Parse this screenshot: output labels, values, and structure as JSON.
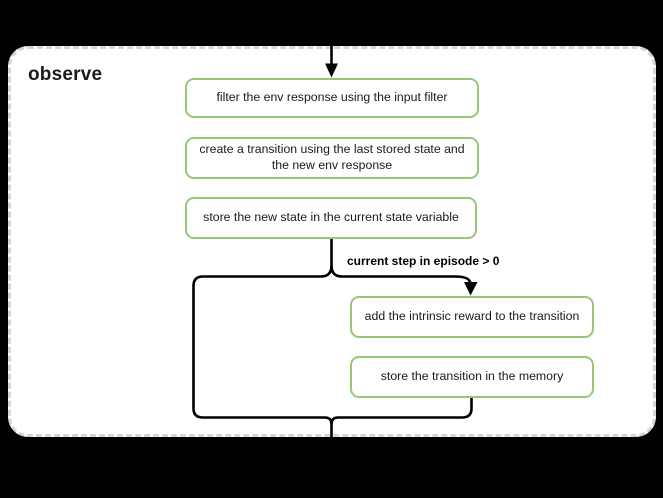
{
  "group": {
    "title": "observe"
  },
  "nodes": {
    "steps": [
      "filter the env response using the input filter",
      "create a transition using the last stored state and the new env response",
      "store the new state in the current state variable"
    ],
    "branch": [
      "add the intrinsic reward to the transition",
      "store the transition in the memory"
    ]
  },
  "labels": {
    "condition": "current step in episode > 0"
  },
  "colors": {
    "node_border": "#96c878",
    "connector": "#000000",
    "card_background": "#ffffff",
    "card_border": "#d6d6d6",
    "text": "#1a1a1a",
    "page_background": "#000000"
  }
}
